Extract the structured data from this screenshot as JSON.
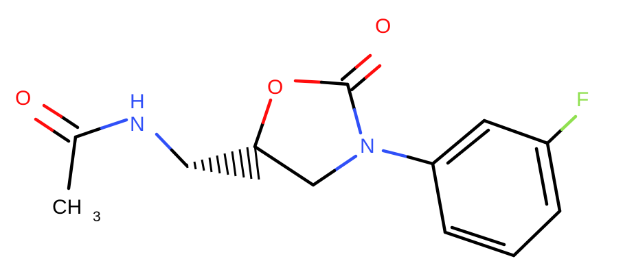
{
  "molecule": {
    "atoms": {
      "o_acetyl": "O",
      "nh": "N",
      "nh_h": "H",
      "ch3_c": "CH",
      "ch3_sub": "3",
      "o_ring": "O",
      "o_carbonyl": "O",
      "n_ring": "N",
      "f": "F"
    },
    "colors": {
      "oxygen": "#ff0d0d",
      "nitrogen": "#3050f8",
      "fluorine": "#90e050",
      "carbon": "#000000",
      "background": "#ffffff"
    }
  }
}
